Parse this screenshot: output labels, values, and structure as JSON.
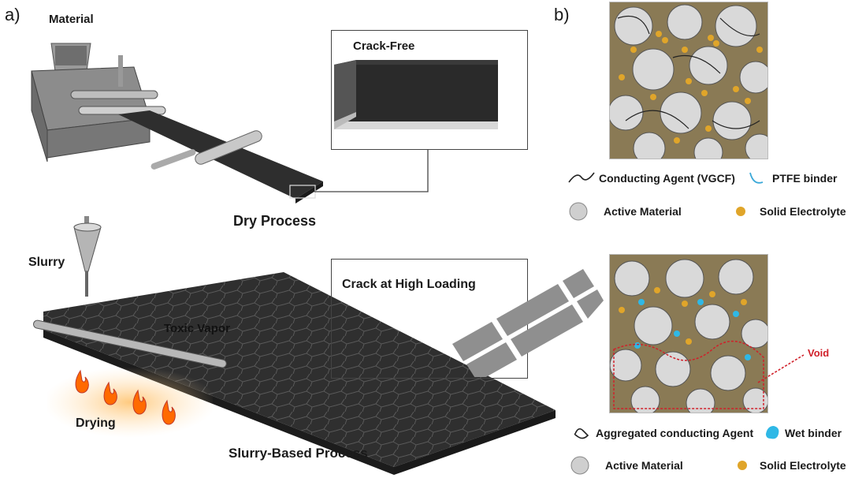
{
  "panel_a": {
    "label": "a)",
    "material_label": "Material",
    "crack_free_label": "Crack-Free",
    "dry_process_label": "Dry Process",
    "slurry_label": "Slurry",
    "crack_label": "Crack at High Loading",
    "toxic_vapor_label": "Toxic Vapor",
    "drying_label": "Drying",
    "slurry_process_label": "Slurry-Based Process"
  },
  "panel_b": {
    "label": "b)",
    "legend_top": {
      "conducting_agent": "Conducting Agent (VGCF)",
      "ptfe_binder": "PTFE binder",
      "active_material": "Active Material",
      "solid_electrolyte": "Solid Electrolyte"
    },
    "void_label": "Void",
    "legend_bottom": {
      "aggregated_agent": "Aggregated conducting Agent",
      "wet_binder": "Wet binder",
      "active_material": "Active Material",
      "solid_electrolyte": "Solid Electrolyte"
    }
  },
  "colors": {
    "sheet": "#2b2b2b",
    "electrolyte": "#e0a52a",
    "active": "#c9c9c9",
    "ptfe": "#3aa8d8",
    "wet_binder": "#2fb8e6",
    "void_line": "#d0202a",
    "flame": "#ff6a00"
  }
}
